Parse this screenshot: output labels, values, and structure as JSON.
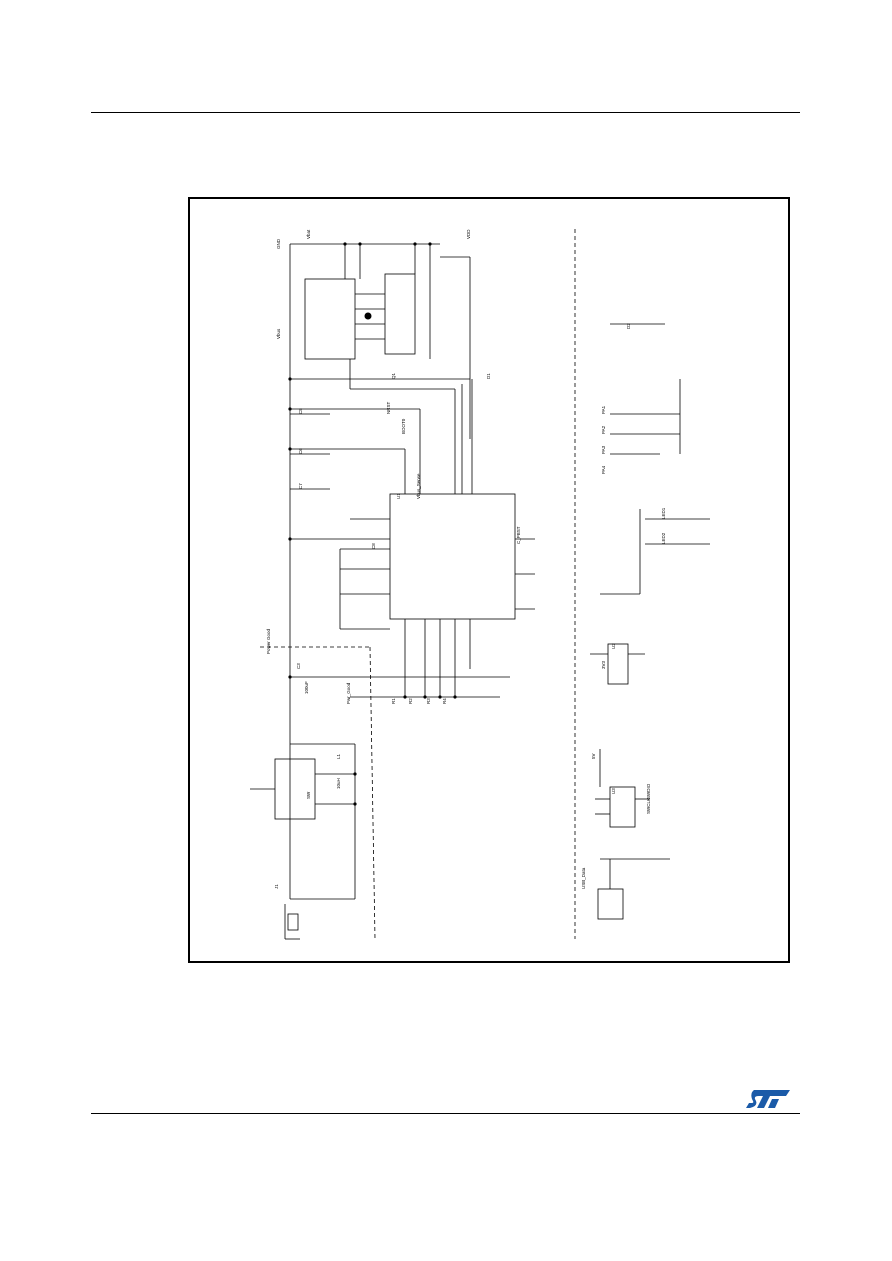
{
  "page": {
    "logo_name": "st-logo",
    "accent": "#1a5aa8"
  },
  "schematic": {
    "labels": [
      "GND",
      "J1",
      "SW",
      "Vbus",
      "C3",
      "100uF",
      "L1",
      "10uH",
      "Power Good",
      "Pwr_Good",
      "Vbus_Sense",
      "C_PBST",
      "R1",
      "R2",
      "R3",
      "R4",
      "C5",
      "C6",
      "C7",
      "C8",
      "USB_Data",
      "BOOT0",
      "NRST",
      "Vbat",
      "VDD",
      "Q1",
      "U1",
      "U2",
      "U3",
      "D1",
      "D2",
      "LED1",
      "LED2",
      "PA1",
      "PA2",
      "PA3",
      "PA4",
      "3V3",
      "5V",
      "SWDIO",
      "SWCLK"
    ]
  }
}
